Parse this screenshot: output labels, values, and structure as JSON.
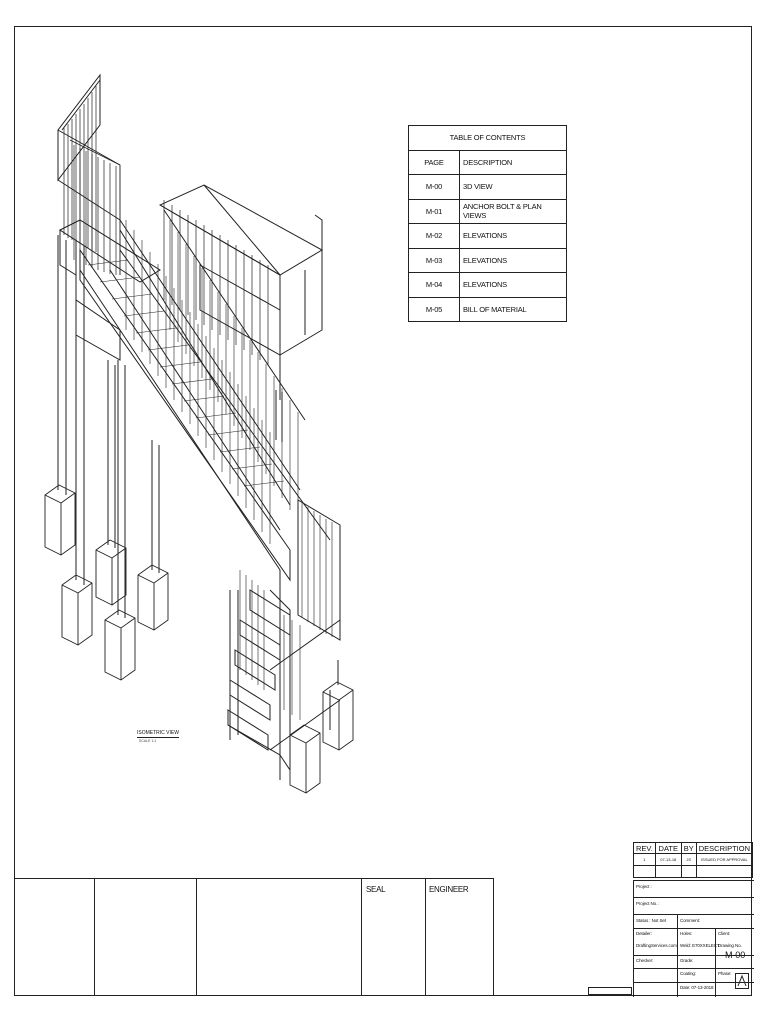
{
  "toc": {
    "title": "TABLE OF CONTENTS",
    "col_page": "PAGE",
    "col_desc": "DESCRIPTION",
    "rows": [
      {
        "page": "M-00",
        "desc": "3D VIEW"
      },
      {
        "page": "M-01",
        "desc": "ANCHOR BOLT & PLAN VIEWS"
      },
      {
        "page": "M-02",
        "desc": "ELEVATIONS"
      },
      {
        "page": "M-03",
        "desc": "ELEVATIONS"
      },
      {
        "page": "M-04",
        "desc": "ELEVATIONS"
      },
      {
        "page": "M-05",
        "desc": "BILL OF MATERIAL"
      }
    ]
  },
  "drawing": {
    "view_label": "ISOMETRIC VIEW",
    "scale_note": "SCALE 1:1"
  },
  "title_block_left": {
    "seal": "SEAL",
    "engineer": "ENGINEER"
  },
  "revision": {
    "h_rev": "REV.",
    "h_date": "DATE",
    "h_by": "BY",
    "h_desc": "DESCRIPTION",
    "row": {
      "rev": "1",
      "date": "07-13-18",
      "by": "JS",
      "desc": "ISSUED FOR APPROVAL"
    }
  },
  "title_block_right": {
    "project": "Project :",
    "project_no": "Project No. :",
    "status": "Status : Not Set",
    "comment": "Comment:",
    "detailer": "Detailer:",
    "detailer_value": "DraftingServices.com",
    "holes": "Holes:",
    "client": "Client:",
    "weld": "Weld: E70XXELECT",
    "drawing_no_label": "Drawing No.",
    "drawing_no": "M-00",
    "checker": "Checker:",
    "grade": "Grade:",
    "coating": "Coating:",
    "phase": "Phase:",
    "date": "Date: 07-13-2018",
    "logo_letter": "A"
  }
}
